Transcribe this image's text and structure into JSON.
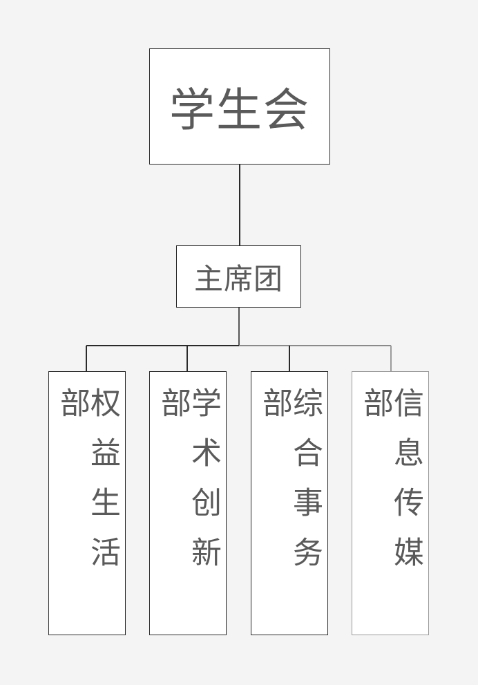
{
  "org_chart": {
    "root": {
      "label": "学生会"
    },
    "middle": {
      "label": "主席团"
    },
    "departments": [
      {
        "label": "权益生活部"
      },
      {
        "label": "学术创新部"
      },
      {
        "label": "综合事务部"
      },
      {
        "label": "信息传媒部"
      }
    ]
  },
  "colors": {
    "background": "#f4f4f4",
    "box_fill": "#ffffff",
    "border_dark": "#2a2a2a",
    "border_light": "#9a9a9a",
    "text": "#5a5a5a"
  }
}
